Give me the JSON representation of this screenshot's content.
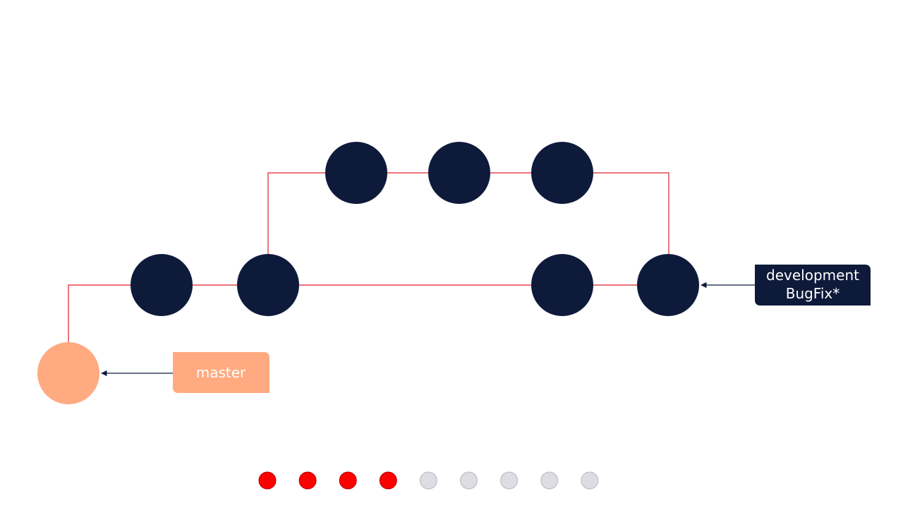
{
  "diagram": {
    "colors": {
      "commit": "#0e1a3a",
      "master_commit": "#ffaa80",
      "branch_line": "#e0202a",
      "pointer_arrow": "#0e1a3a",
      "master_label_bg": "#ffaa80",
      "dev_label_bg": "#0e1a3a",
      "step_done": "#ff0000",
      "step_pending": "#dcdce2"
    },
    "labels": {
      "master": "master",
      "development_line1": "development",
      "development_line2": "BugFix*"
    },
    "progress": {
      "completed": 4,
      "total": 9
    }
  }
}
